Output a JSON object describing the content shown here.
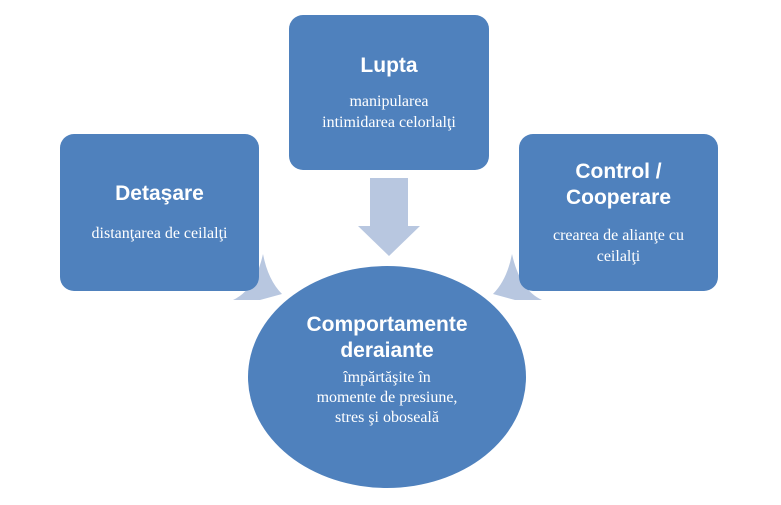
{
  "diagram": {
    "top": {
      "title": "Lupta",
      "lines": [
        "manipularea",
        "intimidarea celorlalţi"
      ]
    },
    "left": {
      "title": "Detaşare",
      "lines": [
        "distanţarea de ceilalţi"
      ]
    },
    "right": {
      "title_lines": [
        "Control /",
        "Cooperare"
      ],
      "lines": [
        "crearea de alianţe cu",
        "ceilalţi"
      ]
    },
    "center": {
      "title_lines": [
        "Comportamente",
        "deraiante"
      ],
      "lines": [
        "împărtăşite în",
        "momente de presiune,",
        "stres şi oboseală"
      ]
    }
  },
  "colors": {
    "box_fill": "#4f81bd",
    "arrow_fill": "#b8c7e0",
    "text": "#ffffff"
  }
}
